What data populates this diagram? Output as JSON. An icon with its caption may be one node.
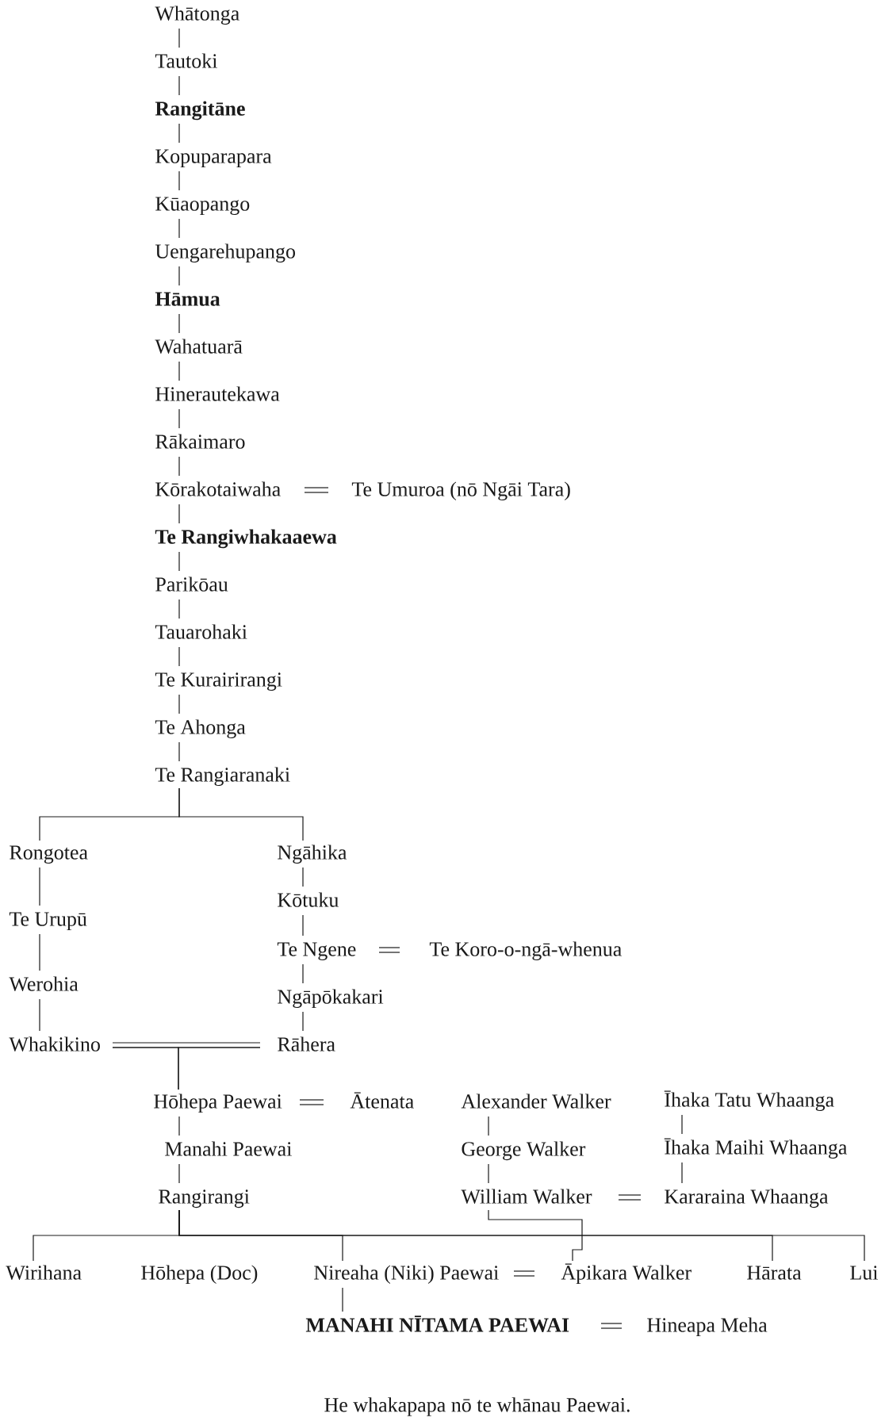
{
  "diagram": {
    "caption": "He whakapapa nō te whānau Paewai.",
    "nodes": [
      {
        "text": [
          "Whātonga"
        ]
      },
      {
        "text": [
          "Tautoki"
        ]
      },
      {
        "text": [
          "Rangitāne"
        ]
      },
      {
        "text": [
          "Kopuparapara"
        ]
      },
      {
        "text": [
          "Kūaopango"
        ]
      },
      {
        "text": [
          "Uengarehupango"
        ]
      },
      {
        "text": [
          "Hāmua"
        ]
      },
      {
        "text": [
          "Wahatuarā"
        ]
      },
      {
        "text": [
          "Hinerautekawa"
        ]
      },
      {
        "text": [
          "Rākaimaro"
        ]
      },
      {
        "text": [
          "Kōrakotaiwaha"
        ]
      },
      {
        "text": [
          "Te Umuroa (nō Ngāi Tara)"
        ]
      },
      {
        "text": [
          "Te Rangiwhakaaewa"
        ]
      },
      {
        "text": [
          "Parikōau"
        ]
      },
      {
        "text": [
          "Tauarohaki"
        ]
      },
      {
        "text": [
          "Te Kurairirangi"
        ]
      },
      {
        "text": [
          "Te Ahonga"
        ]
      },
      {
        "text": [
          "Te Rangiaranaki"
        ]
      },
      {
        "text": [
          "Rongotea"
        ]
      },
      {
        "text": [
          "Ngāhika"
        ]
      },
      {
        "text": [
          "Kōtuku"
        ]
      },
      {
        "text": [
          "Te Urupū"
        ]
      },
      {
        "text": [
          "Te Ngene"
        ]
      },
      {
        "text": [
          "Te Koro-o-ngā-whenua"
        ]
      },
      {
        "text": [
          "Werohia"
        ]
      },
      {
        "text": [
          "Ngāpōkakari"
        ]
      },
      {
        "text": [
          "Whakikino"
        ]
      },
      {
        "text": [
          "Rāhera"
        ]
      },
      {
        "text": [
          "Hōhepa Paewai"
        ]
      },
      {
        "text": [
          "Ātenata"
        ]
      },
      {
        "text": [
          "Alexander Walker"
        ]
      },
      {
        "text": [
          "Īhaka Tatu Whaanga"
        ]
      },
      {
        "text": [
          "Manahi Paewai"
        ]
      },
      {
        "text": [
          "George Walker"
        ]
      },
      {
        "text": [
          "Īhaka Maihi Whaanga"
        ]
      },
      {
        "text": [
          "Rangirangi"
        ]
      },
      {
        "text": [
          "William Walker"
        ]
      },
      {
        "text": [
          "Kararaina Whaanga"
        ]
      },
      {
        "text": [
          "Wirihana"
        ]
      },
      {
        "text": [
          "Hōhepa (Doc)"
        ]
      },
      {
        "text": [
          "Nireaha (Niki) Paewai"
        ]
      },
      {
        "text": [
          "Āpikara Walker"
        ]
      },
      {
        "text": [
          "Hārata"
        ]
      },
      {
        "text": [
          "Lui"
        ]
      },
      {
        "text": [
          "MANAHI NĪTAMA PAEWAI"
        ]
      },
      {
        "text": [
          "Hineapa Meha"
        ]
      }
    ],
    "edges": [
      {
        "from": 0,
        "to": 1,
        "arrow": "none"
      },
      {
        "from": 1,
        "to": 2,
        "arrow": "none"
      },
      {
        "from": 2,
        "to": 3,
        "arrow": "none"
      },
      {
        "from": 3,
        "to": 4,
        "arrow": "none"
      },
      {
        "from": 4,
        "to": 5,
        "arrow": "none"
      },
      {
        "from": 5,
        "to": 6,
        "arrow": "none"
      },
      {
        "from": 6,
        "to": 7,
        "arrow": "none"
      },
      {
        "from": 7,
        "to": 8,
        "arrow": "none"
      },
      {
        "from": 8,
        "to": 9,
        "arrow": "none"
      },
      {
        "from": 9,
        "to": 10,
        "arrow": "none"
      },
      {
        "from": 10,
        "to": 11,
        "arrow": "none",
        "style": "thick"
      },
      {
        "from": 10,
        "to": 12,
        "arrow": "none"
      },
      {
        "from": 12,
        "to": 13,
        "arrow": "none"
      },
      {
        "from": 13,
        "to": 14,
        "arrow": "none"
      },
      {
        "from": 14,
        "to": 15,
        "arrow": "none"
      },
      {
        "from": 15,
        "to": 16,
        "arrow": "none"
      },
      {
        "from": 16,
        "to": 17,
        "arrow": "none"
      },
      {
        "from": 17,
        "to": 18,
        "arrow": "none"
      },
      {
        "from": 17,
        "to": 19,
        "arrow": "none"
      },
      {
        "from": 18,
        "to": 21,
        "arrow": "none"
      },
      {
        "from": 21,
        "to": 24,
        "arrow": "none"
      },
      {
        "from": 24,
        "to": 26,
        "arrow": "none"
      },
      {
        "from": 19,
        "to": 20,
        "arrow": "none"
      },
      {
        "from": 20,
        "to": 22,
        "arrow": "none"
      },
      {
        "from": 22,
        "to": 23,
        "arrow": "none",
        "style": "thick"
      },
      {
        "from": 22,
        "to": 25,
        "arrow": "none"
      },
      {
        "from": 25,
        "to": 27,
        "arrow": "none"
      },
      {
        "from": 26,
        "to": 27,
        "arrow": "none",
        "style": "thick"
      },
      {
        "from": 26,
        "to": 28,
        "arrow": "none"
      },
      {
        "from": 27,
        "to": 28,
        "arrow": "none"
      },
      {
        "from": 28,
        "to": 29,
        "arrow": "none",
        "style": "thick"
      },
      {
        "from": 28,
        "to": 32,
        "arrow": "none"
      },
      {
        "from": 32,
        "to": 35,
        "arrow": "none"
      },
      {
        "from": 30,
        "to": 33,
        "arrow": "none"
      },
      {
        "from": 33,
        "to": 36,
        "arrow": "none"
      },
      {
        "from": 31,
        "to": 34,
        "arrow": "none"
      },
      {
        "from": 34,
        "to": 37,
        "arrow": "none"
      },
      {
        "from": 36,
        "to": 37,
        "arrow": "none",
        "style": "thick"
      },
      {
        "from": 35,
        "to": 38,
        "arrow": "none"
      },
      {
        "from": 35,
        "to": 39,
        "arrow": "none"
      },
      {
        "from": 35,
        "to": 40,
        "arrow": "none"
      },
      {
        "from": 35,
        "to": 42,
        "arrow": "none"
      },
      {
        "from": 35,
        "to": 43,
        "arrow": "none"
      },
      {
        "from": 36,
        "to": 41,
        "arrow": "none"
      },
      {
        "from": 40,
        "to": 41,
        "arrow": "none",
        "style": "thick"
      },
      {
        "from": 40,
        "to": 44,
        "arrow": "none"
      },
      {
        "from": 44,
        "to": 45,
        "arrow": "none",
        "style": "thick"
      }
    ]
  }
}
